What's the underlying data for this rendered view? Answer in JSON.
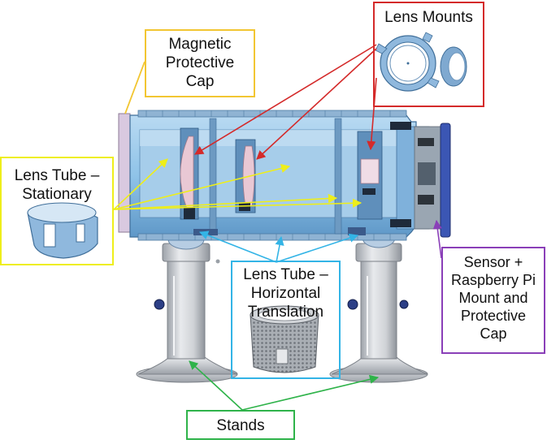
{
  "labels": {
    "magnetic_cap": "Magnetic\nProtective\nCap",
    "lens_mounts": "Lens Mounts",
    "lens_tube_stationary": "Lens Tube –\nStationary",
    "lens_tube_horizontal": "Lens Tube –\nHorizontal\nTranslation",
    "sensor_mount": "Sensor +\nRaspberry Pi\nMount and\nProtective\nCap",
    "stands": "Stands"
  },
  "colors": {
    "magnetic_cap": "#f2c632",
    "lens_mounts": "#d42a2a",
    "lens_tube_stationary": "#eeee1a",
    "lens_tube_horizontal": "#33b4e6",
    "sensor_mount": "#8a3fb8",
    "stands": "#2fb34a",
    "body": "#8fc3e8",
    "body_dark": "#4d84b5",
    "stand_metal": "#c9ccd1"
  },
  "icons": {
    "main": "camera-assembly-cutaway",
    "stationary_tube": "lens-tube-icon",
    "lens_mount_ring": "lens-mount-ring-icon",
    "translation_tube": "knurled-tube-icon"
  }
}
